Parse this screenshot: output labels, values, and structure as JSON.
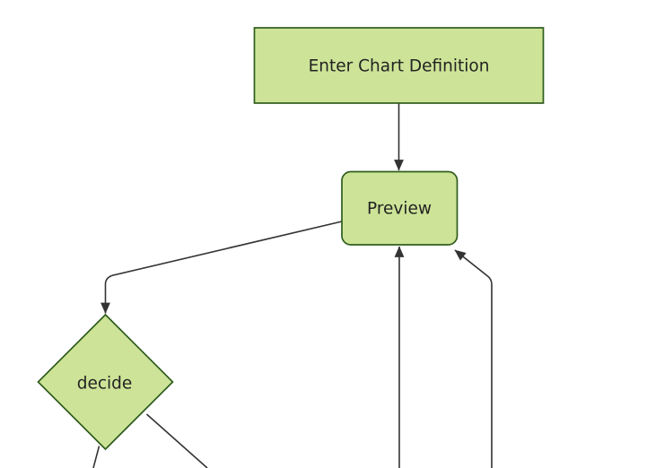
{
  "diagram": {
    "type": "flowchart",
    "direction": "top-down",
    "nodes": [
      {
        "id": "A",
        "label": "Enter Chart Definition",
        "shape": "rectangle"
      },
      {
        "id": "B",
        "label": "Preview",
        "shape": "rounded-rectangle"
      },
      {
        "id": "C",
        "label": "decide",
        "shape": "diamond"
      }
    ],
    "edges": [
      {
        "from": "Enter Chart Definition",
        "to": "Preview",
        "arrow": true
      },
      {
        "from": "Preview",
        "to": "decide",
        "arrow": true
      },
      {
        "from": "decide",
        "to": "offscreen-bottom-left",
        "arrow": false
      },
      {
        "from": "decide",
        "to": "offscreen-bottom-right",
        "arrow": false
      },
      {
        "from": "offscreen-bottom",
        "to": "Preview",
        "arrow": true
      },
      {
        "from": "offscreen-bottom-right",
        "to": "Preview",
        "arrow": true
      }
    ]
  },
  "theme": {
    "background": "#ffffff",
    "node_fill": "#cde498",
    "node_border": "#2f5d1c",
    "edge_color": "#333333",
    "label_color": "#222222"
  }
}
